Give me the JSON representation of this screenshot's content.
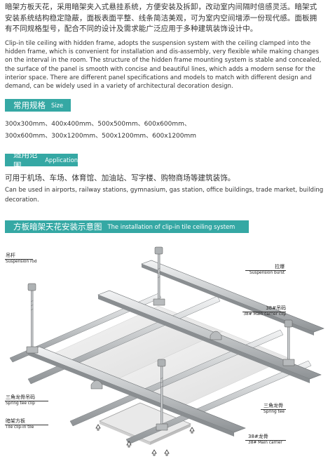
{
  "intro": {
    "cn": "暗架方板天花，采用暗架夹入式悬挂系统，方便安装及拆卸，改动室内间隔时倍感灵活。暗架式安装系统结构稳定隐蔽，面板表面平整、线条简洁美观，可为室内空间增添一份现代感。面板拥有不同规格型号，配合不同的设计及需求能广泛应用于多种建筑装饰设计中。",
    "en": "Clip-in tile ceiling with hidden frame, adopts the suspension system with the ceiling clamped into the hidden frame, which is convenient for installation and dis-assembly, very flexible while making changes on the interval in the room. The structure of the hidden frame mounting system is stable and concealed, the surface of the panel is smooth with concise and beautiful lines, which adds a modern sense for the interior space. There are different panel specifications and models to match with different design and demand, can be widely used in a variety of architectural decoration design."
  },
  "sections": {
    "sizes": {
      "title_cn": "常用规格",
      "title_en": "Size",
      "line1": "300x300mm、400x400mm、500x500mm、600x600mm、",
      "line2": "300x600mm、300x1200mm、500x1200mm、600x1200mm"
    },
    "application": {
      "title_cn": "适用范围",
      "title_en": "Application",
      "cn": "可用于机场、车场、体育馆、加油站、写字楼、购物商场等建筑装饰。",
      "en": "Can be used in airports, railway stations, gymnasium, gas station, office buildings, trade market, building decoration."
    },
    "installation": {
      "title_cn": "方板暗架天花安装示意图",
      "title_en": "The installation of clip-in tile ceiling system"
    }
  },
  "diagram": {
    "labels": {
      "suspension_rod": {
        "cn": "吊杆",
        "en": "Suspension rod"
      },
      "suspension_burst": {
        "cn": "拉爆",
        "en": "Suspension burst"
      },
      "main_carrier_clip": {
        "cn": "38#吊码",
        "en": "38# Main carrier clip"
      },
      "spring_tee_clip": {
        "cn": "三角龙骨吊码",
        "en": "Spring tee clip"
      },
      "spring_tee": {
        "cn": "三角龙骨",
        "en": "Spring tee"
      },
      "tile_clip_in": {
        "cn": "暗架方板",
        "en": "Tile clip-in tile"
      },
      "main_carrier": {
        "cn": "38#龙骨",
        "en": "38# Main carrier"
      }
    },
    "colors": {
      "accent": "#35a8a4",
      "metal": "#c9ccce",
      "panel": "#ececec"
    }
  }
}
